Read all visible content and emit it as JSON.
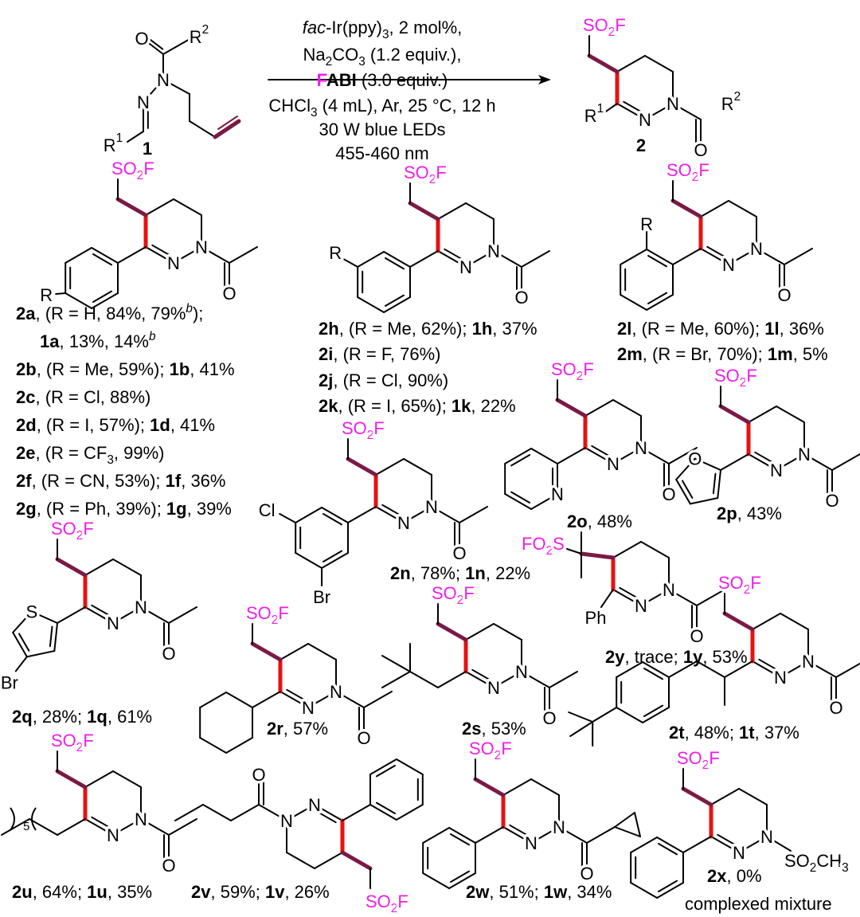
{
  "colors": {
    "red": "#e8110f",
    "maroon": "#7a1a45",
    "magenta": "#ee1ee6",
    "black": "#000000"
  },
  "atoms": {
    "N": "N",
    "O": "O",
    "S": "S",
    "R": "R",
    "Br": "Br",
    "Cl": "Cl",
    "Ph": "Ph",
    "n5": "5",
    "so2f": [
      {
        "t": "SO"
      },
      {
        "t": "2",
        "s": "sub"
      },
      {
        "t": "F"
      }
    ],
    "fo2s": [
      {
        "t": "FO"
      },
      {
        "t": "2",
        "s": "sub"
      },
      {
        "t": "S"
      }
    ],
    "so2ch3": [
      {
        "t": "SO"
      },
      {
        "t": "2",
        "s": "sub"
      },
      {
        "t": "CH"
      },
      {
        "t": "3",
        "s": "sub"
      }
    ],
    "R1": [
      {
        "t": "R"
      },
      {
        "t": "1",
        "s": "sup"
      }
    ],
    "R2": [
      {
        "t": "R"
      },
      {
        "t": "2",
        "s": "sup"
      }
    ]
  },
  "reaction": {
    "reactant_label": "1",
    "product_label": "2",
    "conditions": [
      [
        {
          "t": "fac",
          "s": "i"
        },
        {
          "t": "-Ir(ppy)"
        },
        {
          "t": "3",
          "s": "sub"
        },
        {
          "t": ", 2 mol%,"
        }
      ],
      [
        {
          "t": "Na"
        },
        {
          "t": "2",
          "s": "sub"
        },
        {
          "t": "CO"
        },
        {
          "t": "3",
          "s": "sub"
        },
        {
          "t": " (1.2 equiv.),"
        }
      ],
      [
        {
          "t": "F",
          "s": "bm"
        },
        {
          "t": "ABI",
          "s": "b"
        },
        {
          "t": " (3.0 equiv.)"
        }
      ],
      [
        {
          "t": "CHCl"
        },
        {
          "t": "3",
          "s": "sub"
        },
        {
          "t": " (4 mL), Ar, 25 °C, 12 h"
        }
      ],
      [
        {
          "t": "30 W blue LEDs"
        }
      ],
      [
        {
          "t": "455-460 nm"
        }
      ]
    ]
  },
  "captions": [
    [
      {
        "t": "2a",
        "s": "b"
      },
      {
        "t": ", (R = H, 84%, 79%"
      },
      {
        "t": "b",
        "s": "supi"
      },
      {
        "t": ");"
      }
    ],
    [
      {
        "t": "1a",
        "s": "b"
      },
      {
        "t": ", 13%, 14%"
      },
      {
        "t": "b",
        "s": "supi"
      }
    ],
    [
      {
        "t": "2b",
        "s": "b"
      },
      {
        "t": ", (R = Me, 59%); "
      },
      {
        "t": "1b",
        "s": "b"
      },
      {
        "t": ", 41%"
      }
    ],
    [
      {
        "t": "2c",
        "s": "b"
      },
      {
        "t": ", (R = Cl, 88%)"
      }
    ],
    [
      {
        "t": "2d",
        "s": "b"
      },
      {
        "t": ", (R = I, 57%); "
      },
      {
        "t": "1d",
        "s": "b"
      },
      {
        "t": ", 41%"
      }
    ],
    [
      {
        "t": "2e",
        "s": "b"
      },
      {
        "t": ", (R = CF"
      },
      {
        "t": "3",
        "s": "sub"
      },
      {
        "t": ", 99%)"
      }
    ],
    [
      {
        "t": "2f",
        "s": "b"
      },
      {
        "t": ", (R = CN, 53%); "
      },
      {
        "t": "1f",
        "s": "b"
      },
      {
        "t": ", 36%"
      }
    ],
    [
      {
        "t": "2g",
        "s": "b"
      },
      {
        "t": ", (R = Ph, 39%); "
      },
      {
        "t": "1g",
        "s": "b"
      },
      {
        "t": ", 39%"
      }
    ],
    [
      {
        "t": "2h",
        "s": "b"
      },
      {
        "t": ", (R = Me, 62%); "
      },
      {
        "t": "1h",
        "s": "b"
      },
      {
        "t": ", 37%"
      }
    ],
    [
      {
        "t": "2i",
        "s": "b"
      },
      {
        "t": ", (R = F, 76%)"
      }
    ],
    [
      {
        "t": "2j",
        "s": "b"
      },
      {
        "t": ", (R = Cl, 90%)"
      }
    ],
    [
      {
        "t": "2k",
        "s": "b"
      },
      {
        "t": ", (R = I, 65%); "
      },
      {
        "t": "1k",
        "s": "b"
      },
      {
        "t": ", 22%"
      }
    ],
    [
      {
        "t": "2l",
        "s": "b"
      },
      {
        "t": ", (R = Me, 60%); "
      },
      {
        "t": "1l",
        "s": "b"
      },
      {
        "t": ", 36%"
      }
    ],
    [
      {
        "t": "2m",
        "s": "b"
      },
      {
        "t": ", (R = Br, 70%); "
      },
      {
        "t": "1m",
        "s": "b"
      },
      {
        "t": ", 5%"
      }
    ],
    [
      {
        "t": "2o",
        "s": "b"
      },
      {
        "t": ", 48%"
      }
    ],
    [
      {
        "t": "2p",
        "s": "b"
      },
      {
        "t": ", 43%"
      }
    ],
    [
      {
        "t": "2n",
        "s": "b"
      },
      {
        "t": ", 78%; "
      },
      {
        "t": "1n",
        "s": "b"
      },
      {
        "t": ", 22%"
      }
    ],
    [
      {
        "t": "2q",
        "s": "b"
      },
      {
        "t": ", 28%; "
      },
      {
        "t": "1q",
        "s": "b"
      },
      {
        "t": ", 61%"
      }
    ],
    [
      {
        "t": "2r",
        "s": "b"
      },
      {
        "t": ", 57%"
      }
    ],
    [
      {
        "t": "2s",
        "s": "b"
      },
      {
        "t": ", 53%"
      }
    ],
    [
      {
        "t": "2y",
        "s": "b"
      },
      {
        "t": ", trace; "
      },
      {
        "t": "1y",
        "s": "b"
      },
      {
        "t": ", 53%"
      }
    ],
    [
      {
        "t": "2t",
        "s": "b"
      },
      {
        "t": ", 48%; "
      },
      {
        "t": "1t",
        "s": "b"
      },
      {
        "t": ", 37%"
      }
    ],
    [
      {
        "t": "2u",
        "s": "b"
      },
      {
        "t": ", 64%; "
      },
      {
        "t": "1u",
        "s": "b"
      },
      {
        "t": ", 35%"
      }
    ],
    [
      {
        "t": "2v",
        "s": "b"
      },
      {
        "t": ", 59%; "
      },
      {
        "t": "1v",
        "s": "b"
      },
      {
        "t": ", 26%"
      }
    ],
    [
      {
        "t": "2w",
        "s": "b"
      },
      {
        "t": ", 51%; "
      },
      {
        "t": "1w",
        "s": "b"
      },
      {
        "t": ", 34%"
      }
    ],
    [
      {
        "t": "2x",
        "s": "b"
      },
      {
        "t": ", 0%"
      }
    ],
    [
      {
        "t": "complexed mixture"
      }
    ]
  ]
}
